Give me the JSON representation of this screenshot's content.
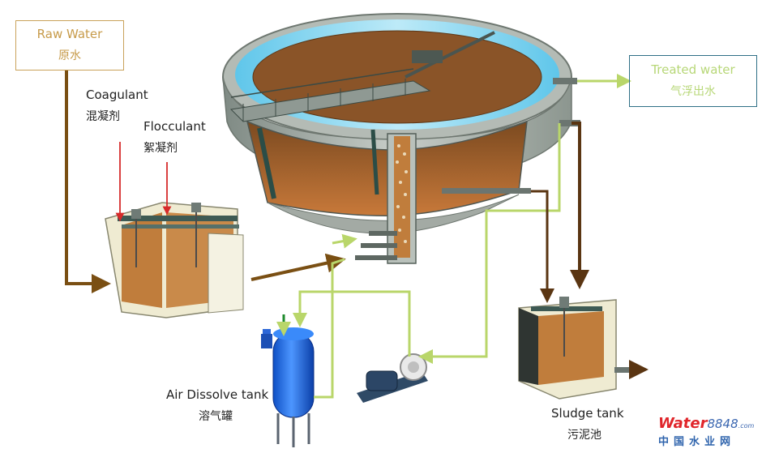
{
  "labels": {
    "raw_water_en": "Raw Water",
    "raw_water_zh": "原水",
    "coagulant_en": "Coagulant",
    "coagulant_zh": "混凝剂",
    "flocculant_en": "Flocculant",
    "flocculant_zh": "絮凝剂",
    "treated_water_en": "Treated water",
    "treated_water_zh": "气浮出水",
    "air_dissolve_en": "Air Dissolve tank",
    "air_dissolve_zh": "溶气罐",
    "sludge_tank_en": "Sludge tank",
    "sludge_tank_zh": "污泥池"
  },
  "watermark": {
    "part1": "Water",
    "part2": "8848",
    "part3": ".com",
    "zh": "中国水业网"
  },
  "colors": {
    "raw_water_line": "#7a4f13",
    "treated_water_line": "#b9d66a",
    "sludge_line": "#5a3512",
    "dose_line": "#d62a2a",
    "tank_wall": "#9aa39c",
    "sludge_fill": "#b86a31",
    "water_fill": "#7fd2ef",
    "air_tank": "#1f6fe0"
  }
}
